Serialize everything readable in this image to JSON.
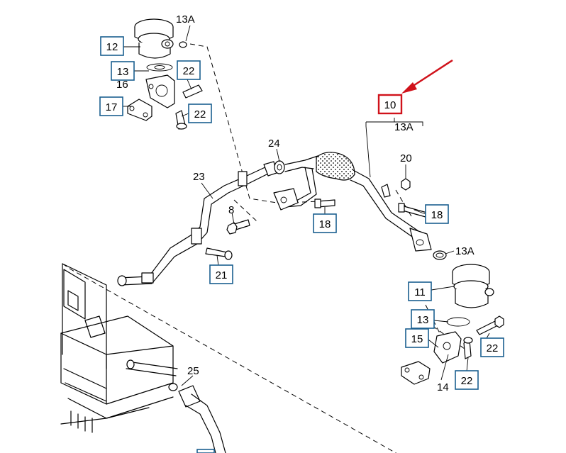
{
  "colors": {
    "callout_border": "#1a5f8f",
    "highlight": "#d0121b",
    "line": "#000000"
  },
  "callouts": {
    "c12": "12",
    "c13_top": "13",
    "c22_top1": "22",
    "c17": "17",
    "c22_top2": "22",
    "c10": "10",
    "c18_right": "18",
    "c18_mid": "18",
    "c21": "21",
    "c11": "11",
    "c13_right": "13",
    "c15": "15",
    "c22_right1": "22",
    "c22_right2": "22"
  },
  "labels": {
    "l13a_top": "13A",
    "l16": "16",
    "l13a_mid": "13A",
    "l20": "20",
    "l24": "24",
    "l23": "23",
    "l8": "8",
    "l13a_right": "13A",
    "l14": "14",
    "l25": "25"
  },
  "arrow_icon": "arrow-pointer"
}
